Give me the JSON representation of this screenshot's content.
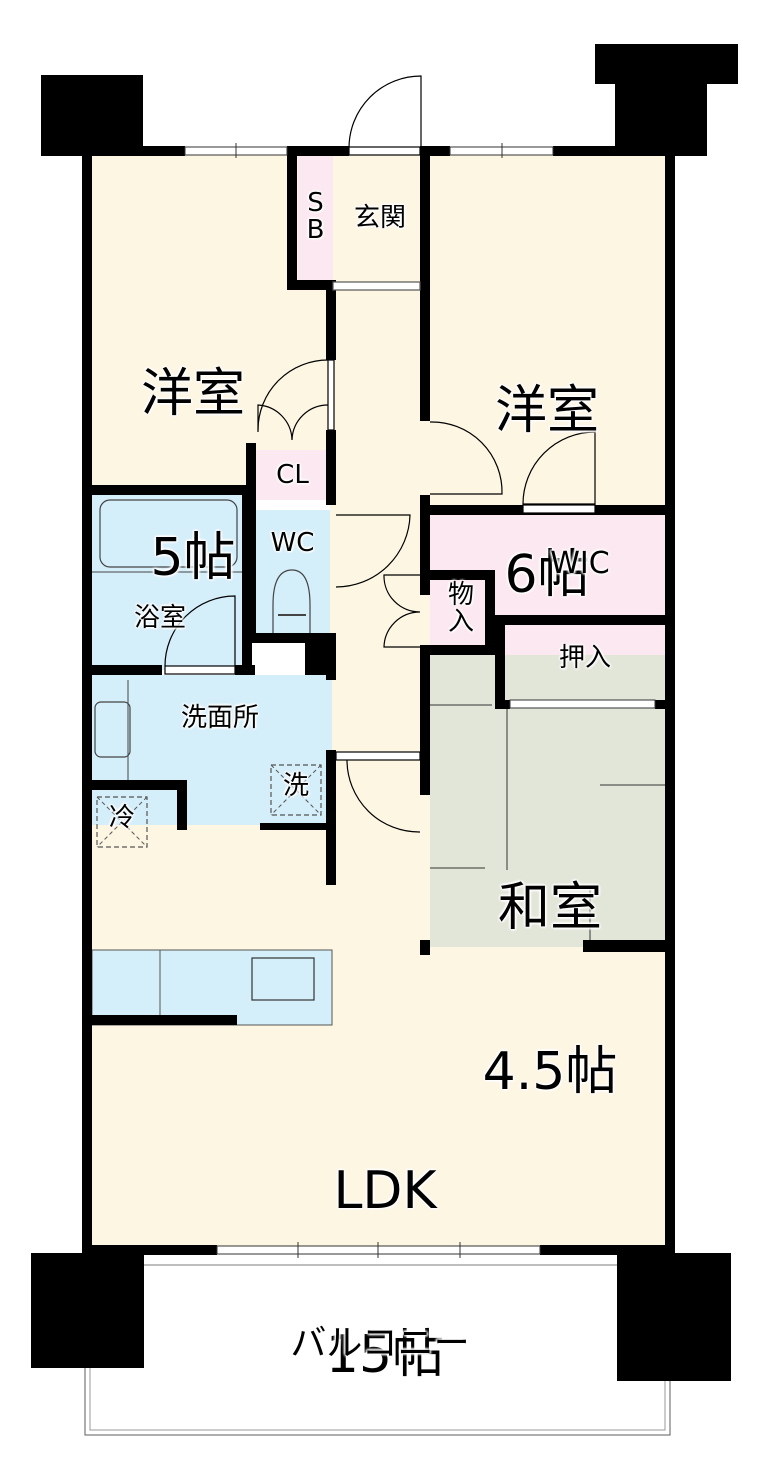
{
  "colors": {
    "wall": "#000000",
    "floor_wood": "#fdf6e3",
    "storage_pink": "#fce8f0",
    "wet_blue": "#d4eefa",
    "tatami_green": "#e2e6d9",
    "background": "#ffffff"
  },
  "rooms": {
    "western_room_5": {
      "name": "洋室",
      "size": "5帖"
    },
    "western_room_6": {
      "name": "洋室",
      "size": "6帖"
    },
    "entrance": {
      "name": "玄関"
    },
    "shoe_box": {
      "name": "S\nB"
    },
    "closet": {
      "name": "CL"
    },
    "toilet": {
      "name": "WC"
    },
    "bathroom": {
      "name": "浴室"
    },
    "washroom": {
      "name": "洗面所"
    },
    "washer_space": {
      "name": "洗"
    },
    "fridge_space": {
      "name": "冷"
    },
    "walk_in_closet": {
      "name": "WIC"
    },
    "storage": {
      "name": "物\n入"
    },
    "oshiire": {
      "name": "押入"
    },
    "japanese_room": {
      "name": "和室",
      "size": "4.5帖"
    },
    "ldk": {
      "name": "LDK",
      "size": "15帖"
    },
    "balcony": {
      "name": "バルコニー"
    }
  }
}
